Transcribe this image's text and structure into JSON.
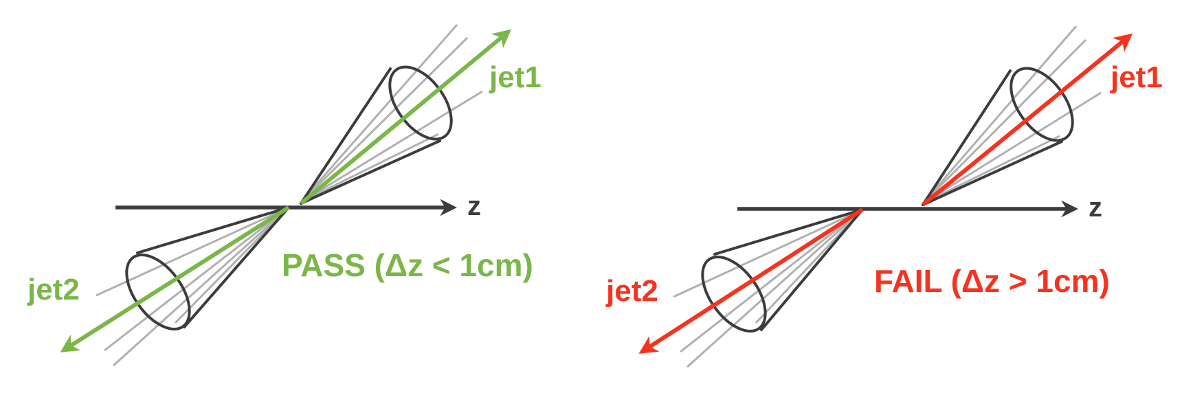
{
  "colors": {
    "pass": "#7ab648",
    "fail": "#f5331f",
    "axis": "#3c3c3c",
    "track": "#b0b0b0"
  },
  "panels": [
    {
      "axis_label": "z",
      "jet1_label": "jet1",
      "jet2_label": "jet2",
      "status_label": "PASS (Δz < 1cm)",
      "status": "pass"
    },
    {
      "axis_label": "z",
      "jet1_label": "jet1",
      "jet2_label": "jet2",
      "status_label": "FAIL (Δz > 1cm)",
      "status": "fail"
    }
  ]
}
